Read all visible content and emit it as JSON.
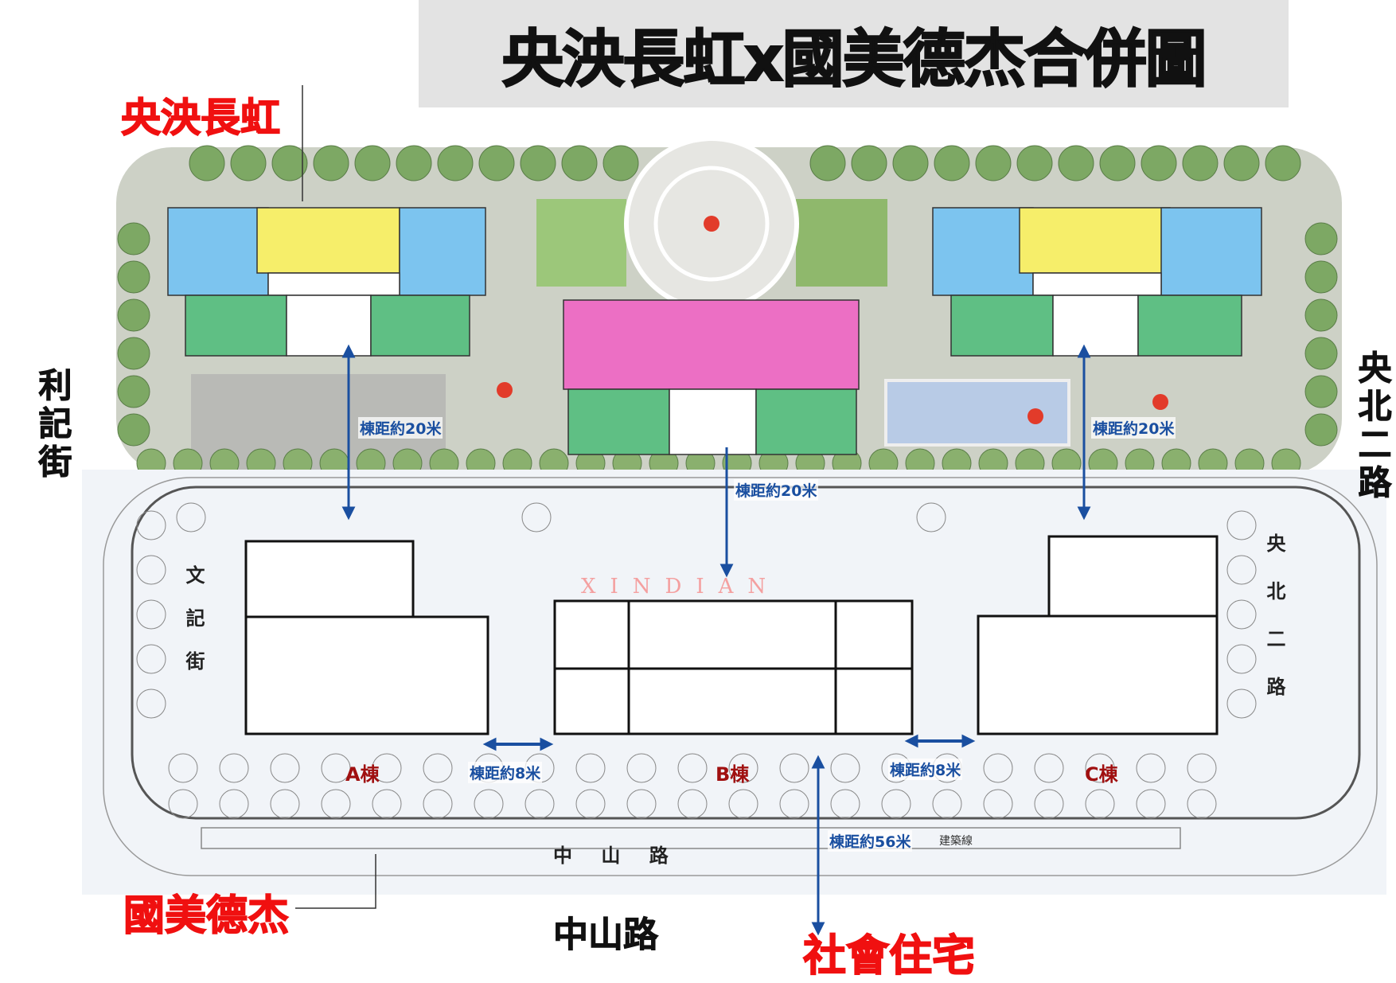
{
  "title": "央泱長虹x國美德杰合併圖",
  "labels": {
    "project_top": "央泱長虹",
    "project_bottom": "國美德杰",
    "road_left": "利記街",
    "road_right": "央北二路",
    "road_bottom": "中山路",
    "social_housing": "社會住宅",
    "inner_left_street": "文記街",
    "inner_right_street": "央北二路",
    "inner_bottom_road": "中 山 路",
    "building_line": "建築線"
  },
  "buildings": {
    "a": "A棟",
    "b": "B棟",
    "c": "C棟"
  },
  "distances": {
    "left_20m": "棟距約20米",
    "center_20m": "棟距約20米",
    "right_20m": "棟距約20米",
    "ab_8m": "棟距約8米",
    "bc_8m": "棟距約8米",
    "road_56m": "棟距約56米"
  },
  "watermark": "XINDIAN",
  "colors": {
    "blue_unit": "#7cc4ef",
    "yellow_unit": "#f6ee6a",
    "green_unit": "#5fbf84",
    "pink_unit": "#ec6fc4",
    "pool": "#b8cbe6",
    "arrow": "#1a4fa0"
  }
}
